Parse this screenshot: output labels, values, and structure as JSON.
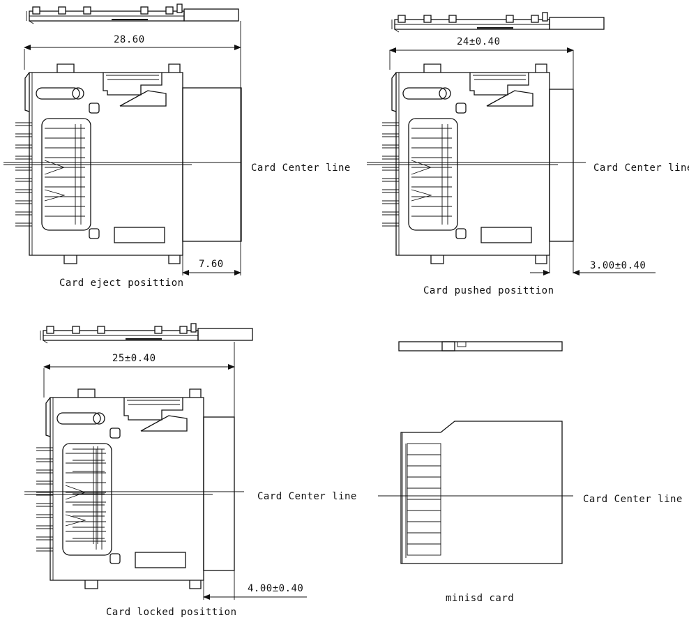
{
  "views": {
    "eject": {
      "caption": "Card eject posittion",
      "width_dim": "28.60",
      "offset_dim": "7.60",
      "center_label": "Card Center line"
    },
    "pushed": {
      "caption": "Card pushed posittion",
      "width_dim": "24±0.40",
      "offset_dim": "3.00±0.40",
      "center_label": "Card Center line"
    },
    "locked": {
      "caption": "Card locked posittion",
      "width_dim": "25±0.40",
      "offset_dim": "4.00±0.40",
      "center_label": "Card Center line"
    },
    "card": {
      "caption": "minisd card",
      "center_label": "Card Center line"
    }
  }
}
